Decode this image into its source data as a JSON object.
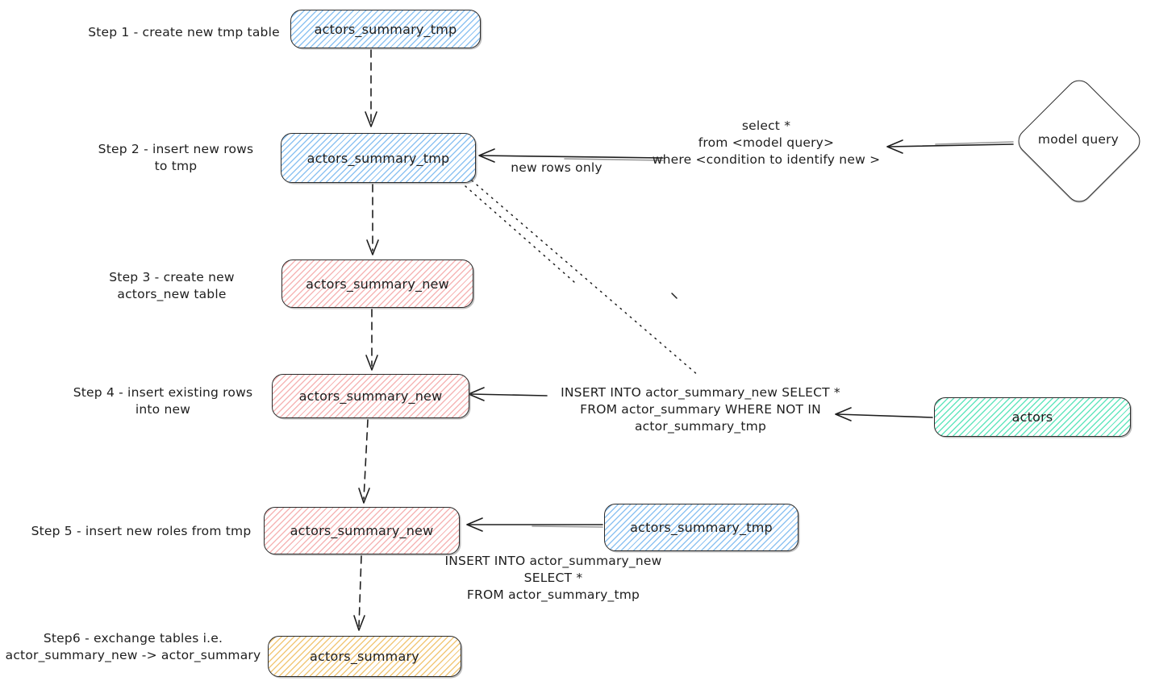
{
  "palette": {
    "stroke": "#1e1e1e",
    "blue_fill": "#8ec3f2",
    "pink_fill": "#f6b6b6",
    "green_fill": "#63e6be",
    "yellow_fill": "#f2c879",
    "background": "#ffffff"
  },
  "steps": [
    {
      "label": "Step 1 - create new tmp table",
      "node": "actors_summary_tmp",
      "color": "blue"
    },
    {
      "label": "Step 2 - insert new rows\nto tmp",
      "node": "actors_summary_tmp",
      "color": "blue"
    },
    {
      "label": "Step 3 - create new\nactors_new table",
      "node": "actors_summary_new",
      "color": "pink"
    },
    {
      "label": "Step 4 - insert existing rows\ninto new",
      "node": "actors_summary_new",
      "color": "pink"
    },
    {
      "label": "Step 5 - insert new roles from tmp",
      "node": "actors_summary_new",
      "color": "pink"
    },
    {
      "label": "Step6 - exchange tables i.e.\nactor_summary_new -> actor_summary",
      "node": "actors_summary",
      "color": "yellow"
    }
  ],
  "side": {
    "model_query": "model query",
    "actors": "actors",
    "tmp_source": "actors_summary_tmp"
  },
  "annotations": {
    "select_query": "select *\nfrom <model query>\nwhere <condition to identify new >",
    "new_rows_only": "new rows only",
    "insert_existing": "INSERT INTO actor_summary_new SELECT *\nFROM actor_summary WHERE NOT IN\nactor_summary_tmp",
    "insert_from_tmp": "INSERT INTO actor_summary_new\nSELECT *\nFROM actor_summary_tmp"
  }
}
